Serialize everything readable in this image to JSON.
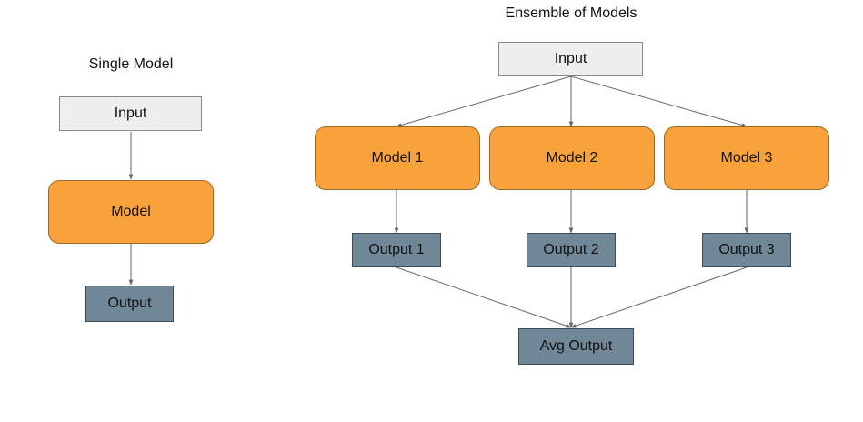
{
  "single": {
    "title": "Single Model",
    "input": "Input",
    "model": "Model",
    "output": "Output"
  },
  "ensemble": {
    "title": "Ensemble of Models",
    "input": "Input",
    "models": [
      "Model 1",
      "Model 2",
      "Model 3"
    ],
    "outputs": [
      "Output 1",
      "Output 2",
      "Output 3"
    ],
    "avg_output": "Avg Output"
  },
  "colors": {
    "input_fill": "#eeeeee",
    "model_fill": "#f9a23c",
    "output_fill": "#6f8797",
    "arrow": "#666666"
  }
}
